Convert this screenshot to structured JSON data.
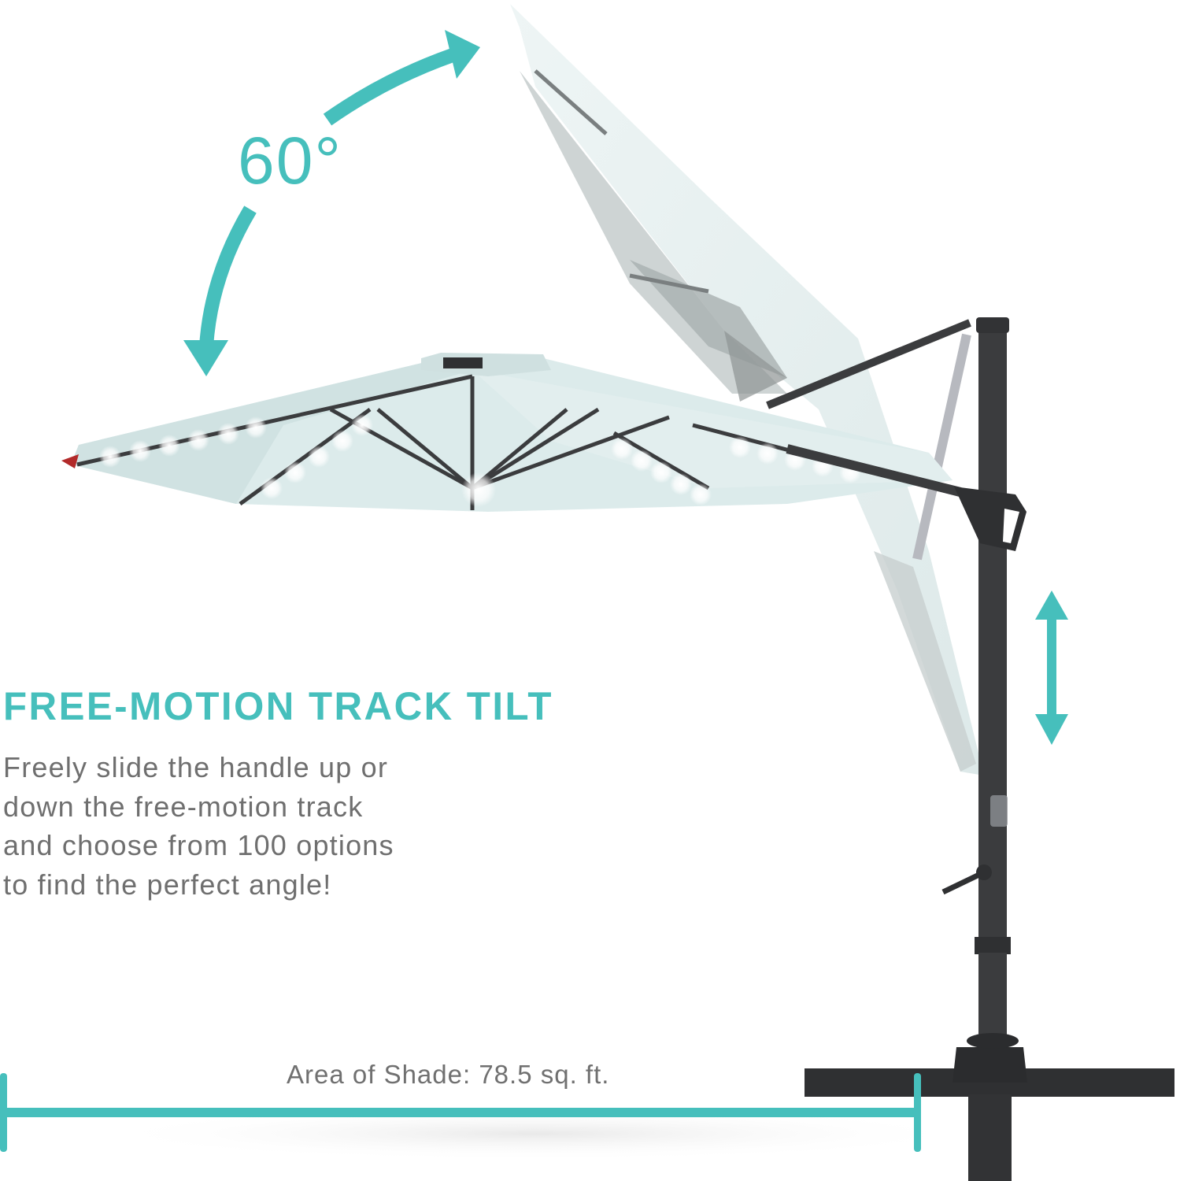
{
  "tilt_indicator": {
    "angle_label": "60°",
    "arc_color": "#46bfbc"
  },
  "feature": {
    "headline": "FREE-MOTION TRACK TILT",
    "description_lines": [
      "Freely slide the handle up or",
      "down the free-motion track",
      "and choose from 100 options",
      "to find the perfect angle!"
    ]
  },
  "shade": {
    "label": "Area of Shade: 78.5 sq. ft."
  },
  "product": {
    "canopy_color": "#dcebeb",
    "frame_color": "#3b3c3e",
    "accent_color": "#46bfbc",
    "led_color": "#ffffff"
  }
}
